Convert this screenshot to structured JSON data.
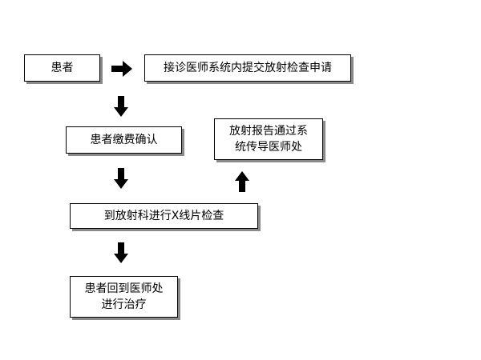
{
  "flowchart": {
    "patient": "患者",
    "submit_request": "接诊医师系统内提交放射检查申请",
    "payment": "患者缴费确认",
    "xray": "到放射科进行X线片检查",
    "report": {
      "line1": "放射报告通过系",
      "line2": "统传导医师处"
    },
    "return": {
      "line1": "患者回到医师处",
      "line2": "进行治疗"
    }
  },
  "colors": {
    "border": "#000000",
    "shadow": "#8a8a8a",
    "arrow": "#000000"
  },
  "icons": {
    "arrow_right": "arrow-right-icon",
    "arrow_down": "arrow-down-icon",
    "arrow_up": "arrow-up-icon"
  }
}
